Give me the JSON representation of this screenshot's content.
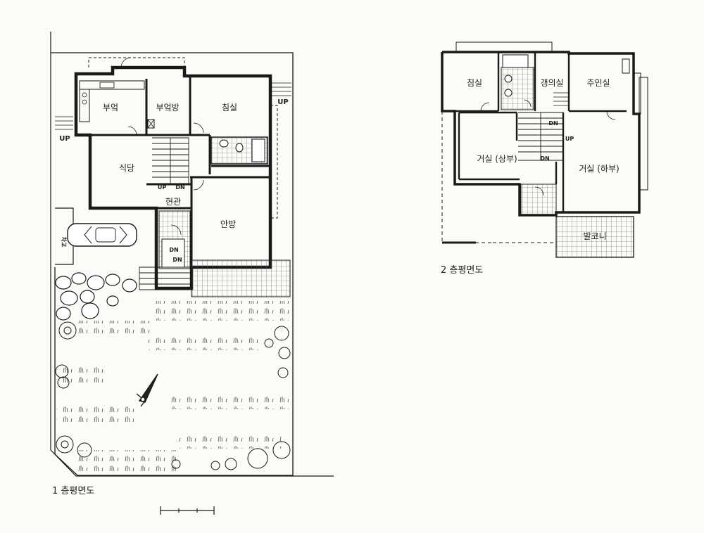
{
  "floor1": {
    "caption": "1 층평면도",
    "rooms": {
      "kitchen": "부엌",
      "utility": "부엌방",
      "bedroom": "침실",
      "dining": "식당",
      "entrance": "현관",
      "master": "안방"
    },
    "marks": {
      "up_left": "UP",
      "up_right": "UP",
      "up_stair": "UP",
      "dn_stair": "DN",
      "dn_entry1": "DN",
      "dn_entry2": "DN",
      "garage": "차고"
    }
  },
  "floor2": {
    "caption": "2 층평면도",
    "rooms": {
      "bedroom": "침실",
      "guest": "갱의실",
      "owner": "주인실",
      "living_upper": "거실 (상부)",
      "living_lower": "거실 (하부)",
      "balcony": "발코니"
    },
    "marks": {
      "up": "UP",
      "dn1": "DN",
      "dn2": "DN"
    }
  }
}
